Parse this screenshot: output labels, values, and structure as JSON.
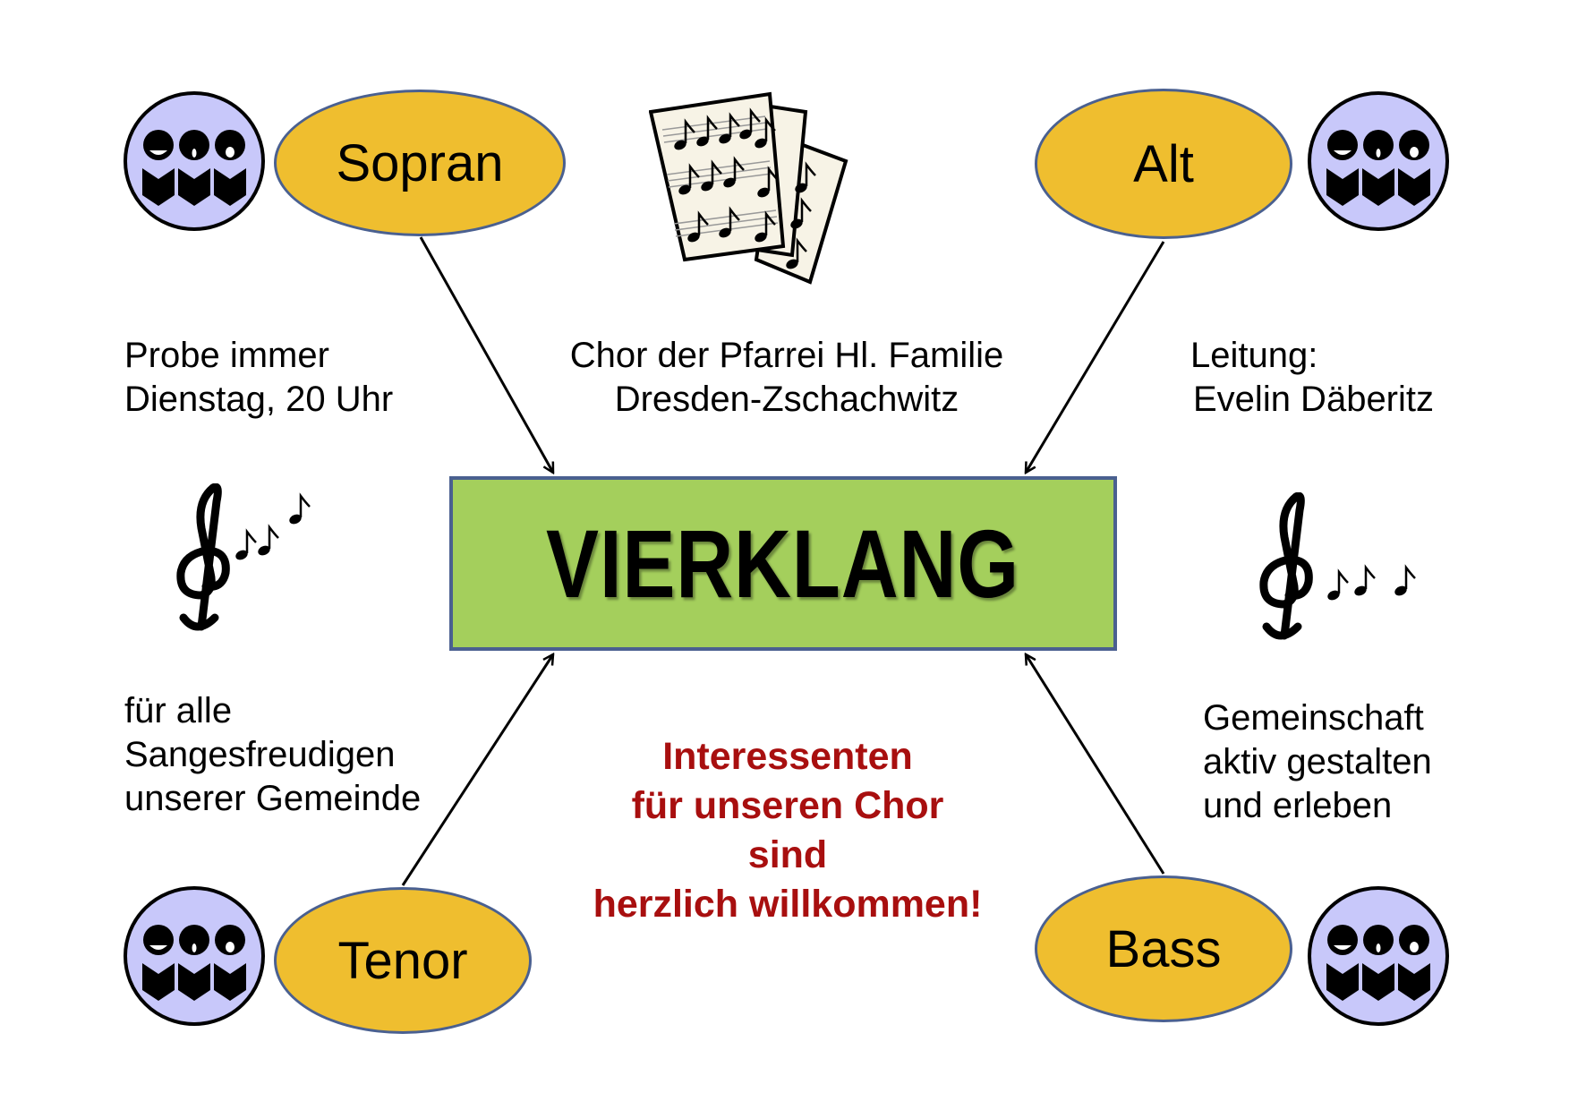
{
  "title": "VIERKLANG",
  "voices": {
    "sopran": "Sopran",
    "alt": "Alt",
    "tenor": "Tenor",
    "bass": "Bass"
  },
  "info": {
    "probe": [
      "Probe immer",
      "Dienstag, 20 Uhr"
    ],
    "chor": [
      "Chor der Pfarrei Hl. Familie",
      "Dresden-Zschachwitz"
    ],
    "leitung": [
      "Leitung:",
      "Evelin Däberitz"
    ],
    "fuer": [
      "für alle",
      "Sangesfreudigen",
      "unserer Gemeinde"
    ],
    "gemeinschaft": [
      "Gemeinschaft",
      "aktiv gestalten",
      "und erleben"
    ]
  },
  "invitation": [
    "Interessenten",
    "für unseren Chor",
    "sind",
    "herzlich willkommen!"
  ],
  "colors": {
    "ellipse": "#efbe2f",
    "box": "#a4cf5c",
    "border": "#4a6090",
    "choir_circle": "#c8c8fa",
    "invite": "#a80f0f"
  }
}
